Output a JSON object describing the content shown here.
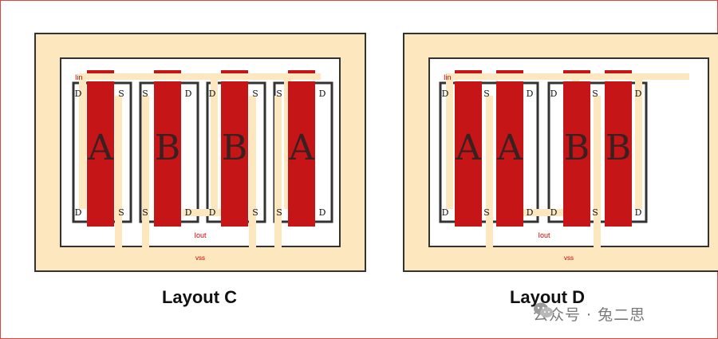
{
  "colors": {
    "frame_border": "#e0473a",
    "beige": "#fde7bf",
    "gate_red": "#c61517",
    "outline": "#333333",
    "label_red": "#cc0000"
  },
  "layouts": [
    {
      "caption": "Layout C",
      "labels": {
        "input": "Iin",
        "output": "Iout",
        "supply": "vss"
      },
      "devices": [
        {
          "gate": "A",
          "left": "D",
          "right": "S"
        },
        {
          "gate": "B",
          "left": "S",
          "right": "D"
        },
        {
          "gate": "B",
          "left": "D",
          "right": "S"
        },
        {
          "gate": "A",
          "left": "S",
          "right": "D"
        }
      ]
    },
    {
      "caption": "Layout D",
      "labels": {
        "input": "Iin",
        "output": "Iout",
        "supply": "vss"
      },
      "devices": [
        {
          "gate": "A",
          "left": "D",
          "mid": "S",
          "right": "D",
          "gates": [
            "A",
            "A"
          ]
        },
        {
          "gate": "B",
          "left": "D",
          "mid": "S",
          "right": "D",
          "gates": [
            "B",
            "B"
          ]
        }
      ]
    }
  ],
  "watermark": {
    "icon": "wechat-icon",
    "text": "公众号 · 兔二思"
  }
}
